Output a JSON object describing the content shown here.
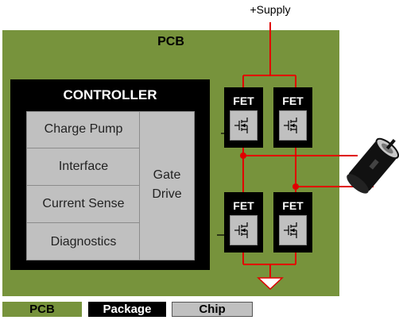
{
  "supply_label": "+Supply",
  "pcb_title": "PCB",
  "controller": {
    "title": "CONTROLLER",
    "blocks": [
      "Charge Pump",
      "Interface",
      "Current Sense",
      "Diagnostics"
    ],
    "gate_drive": "Gate Drive"
  },
  "fets": [
    {
      "label": "FET"
    },
    {
      "label": "FET"
    },
    {
      "label": "FET"
    },
    {
      "label": "FET"
    }
  ],
  "legend": [
    {
      "label": "PCB",
      "color": "#77933c",
      "text_color": "#000000"
    },
    {
      "label": "Package",
      "color": "#000000",
      "text_color": "#ffffff"
    },
    {
      "label": "Chip",
      "color": "#c0c0c0",
      "text_color": "#000000"
    }
  ],
  "colors": {
    "pcb": "#77933c",
    "package": "#000000",
    "chip": "#c0c0c0",
    "wire": "#e00000"
  },
  "icons": [
    "mosfet-icon",
    "motor-icon",
    "ground-icon"
  ]
}
